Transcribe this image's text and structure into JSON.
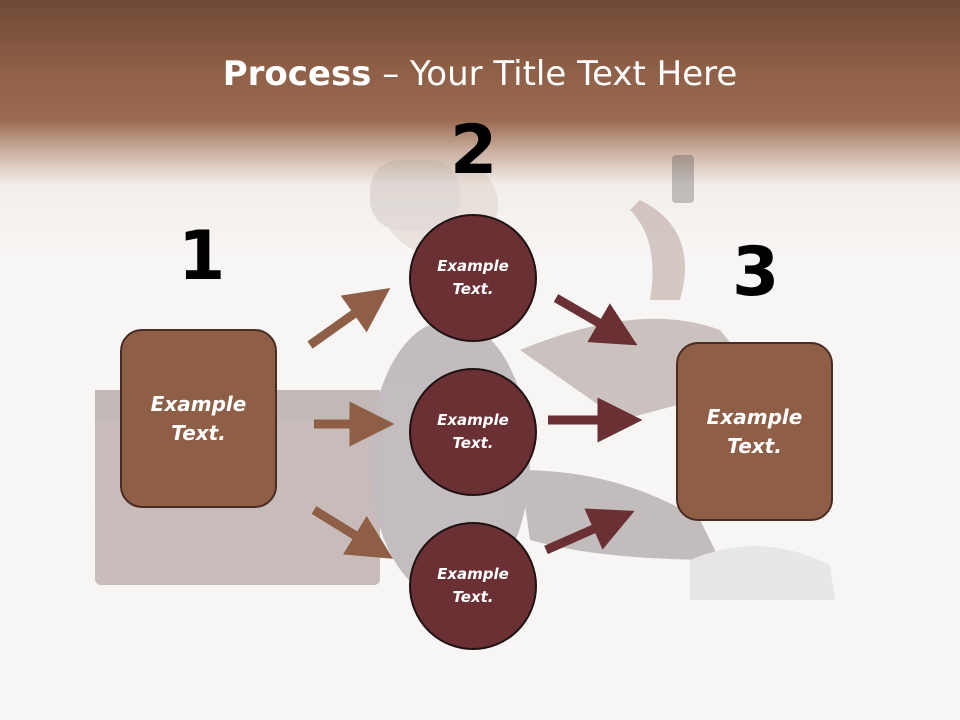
{
  "title": {
    "bold": "Process",
    "rest": " – Your Title Text Here"
  },
  "steps": {
    "one": "1",
    "two": "2",
    "three": "3"
  },
  "left_box": {
    "line1": "Example",
    "line2": "Text."
  },
  "right_box": {
    "line1": "Example",
    "line2": "Text."
  },
  "circles": [
    {
      "line1": "Example",
      "line2": "Text."
    },
    {
      "line1": "Example",
      "line2": "Text."
    },
    {
      "line1": "Example",
      "line2": "Text."
    }
  ],
  "colors": {
    "box_fill": "#8e5e47",
    "circle_fill": "#6b3034",
    "arrow_light": "#8e5e47",
    "arrow_dark": "#6b3034"
  }
}
